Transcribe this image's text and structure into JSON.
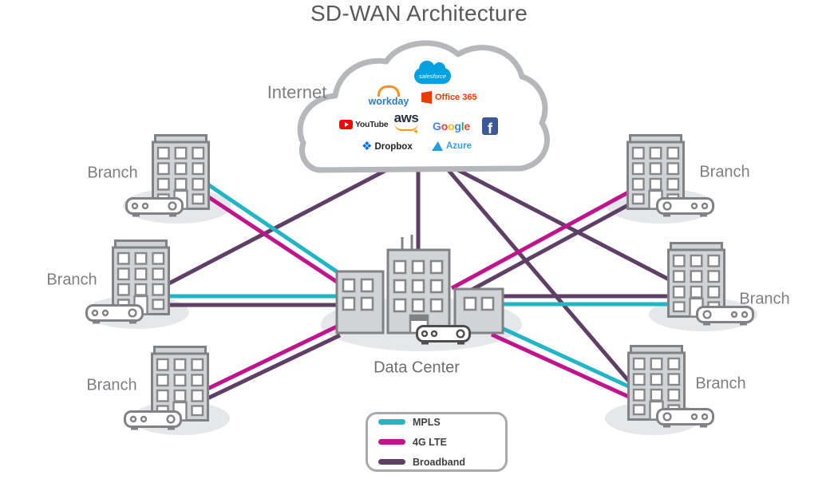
{
  "title": "SD-WAN Architecture",
  "colors": {
    "mpls": "#22b5c4",
    "lte": "#c0148e",
    "broadband": "#5e3f66"
  },
  "internet": {
    "label": "Internet",
    "services": {
      "salesforce": "salesforce",
      "workday": "workday",
      "office365": "Office 365",
      "youtube": "YouTube",
      "aws": "aws",
      "google": {
        "l1": "G",
        "l2": "o",
        "l3": "o",
        "l4": "g",
        "l5": "l",
        "l6": "e"
      },
      "facebook": "f",
      "dropbox": "Dropbox",
      "azure": "Azure"
    }
  },
  "icons": {
    "dropbox": "❖"
  },
  "branches": [
    {
      "id": "top-left",
      "label": "Branch"
    },
    {
      "id": "mid-left",
      "label": "Branch"
    },
    {
      "id": "bottom-left",
      "label": "Branch"
    },
    {
      "id": "top-right",
      "label": "Branch"
    },
    {
      "id": "mid-right",
      "label": "Branch"
    },
    {
      "id": "bottom-right",
      "label": "Branch"
    }
  ],
  "data_center": {
    "label": "Data Center"
  },
  "legend": {
    "items": [
      {
        "key": "mpls",
        "label": "MPLS",
        "color": "#22b5c4"
      },
      {
        "key": "lte",
        "label": "4G LTE",
        "color": "#c0148e"
      },
      {
        "key": "broadband",
        "label": "Broadband",
        "color": "#5e3f66"
      }
    ]
  },
  "connections": [
    {
      "from": "internet",
      "to": "branch-mid-left",
      "type": "Broadband"
    },
    {
      "from": "internet",
      "to": "data-center",
      "type": "Broadband"
    },
    {
      "from": "internet",
      "to": "branch-mid-right",
      "type": "Broadband"
    },
    {
      "from": "internet",
      "to": "branch-bottom-right",
      "type": "Broadband"
    },
    {
      "from": "branch-top-left",
      "to": "data-center",
      "type": "MPLS"
    },
    {
      "from": "branch-top-left",
      "to": "data-center",
      "type": "4G LTE"
    },
    {
      "from": "branch-mid-left",
      "to": "data-center",
      "type": "MPLS"
    },
    {
      "from": "branch-mid-left",
      "to": "data-center",
      "type": "Broadband"
    },
    {
      "from": "branch-bottom-left",
      "to": "data-center",
      "type": "4G LTE"
    },
    {
      "from": "branch-bottom-left",
      "to": "data-center",
      "type": "Broadband"
    },
    {
      "from": "branch-top-right",
      "to": "data-center",
      "type": "4G LTE"
    },
    {
      "from": "branch-top-right",
      "to": "data-center",
      "type": "Broadband"
    },
    {
      "from": "branch-mid-right",
      "to": "data-center",
      "type": "Broadband"
    },
    {
      "from": "branch-mid-right",
      "to": "data-center",
      "type": "MPLS"
    },
    {
      "from": "branch-bottom-right",
      "to": "data-center",
      "type": "MPLS"
    },
    {
      "from": "branch-bottom-right",
      "to": "data-center",
      "type": "4G LTE"
    }
  ]
}
